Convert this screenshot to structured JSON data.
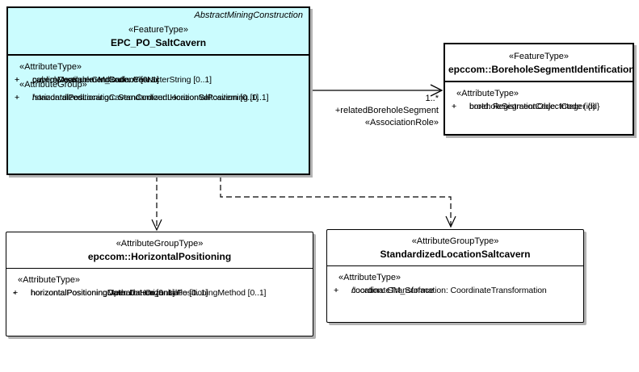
{
  "classes": {
    "salt_cavern": {
      "parent_label": "AbstractMiningConstruction",
      "stereotype": "«FeatureType»",
      "name": "EPC_PO_SaltCavern",
      "section1_heading": "«AttributeType»",
      "attrs1": [
        {
          "vis": "+",
          "text": "cavernMeasurementCode: CharacterString [0..1]"
        },
        {
          "vis": "+",
          "text": "publiclyAvailable: IndicationYesNo"
        },
        {
          "vis": "+",
          "text": "cavernContour: GM_Surface [0..1]"
        }
      ],
      "section2_heading": "«AttributeGroup»",
      "attrs2": [
        {
          "vis": "+",
          "text": "horizontalPositioningCavernContour: HorizontalPositioning [0..1]"
        },
        {
          "vis": "+",
          "text": "/standardizedLocation: StandardizedLocationSaltcavern [0..1]"
        }
      ]
    },
    "borehole_segment": {
      "stereotype": "«FeatureType»",
      "name": "epccom::BoreholeSegmentIdentification",
      "section_heading": "«AttributeType»",
      "attrs": [
        {
          "vis": "+",
          "text": "broId: RegistrationObjectCode {id}"
        },
        {
          "vis": "+",
          "text": "boreholeSegmentCode: Integer {id}"
        }
      ]
    },
    "horizontal_positioning": {
      "stereotype": "«AttributeGroupType»",
      "name": "epccom::HorizontalPositioning",
      "section_heading": "«AttributeType»",
      "attrs": [
        {
          "vis": "+",
          "text": "horizontalPositioningDate: Datum [0..1]"
        },
        {
          "vis": "+",
          "text": "horizontalPositioningMethod: HorizontalPositioningMethod [0..1]"
        },
        {
          "vis": "-",
          "text": "horizontalPositioningOperator: Organisatie [0..1]"
        }
      ]
    },
    "standardized_location": {
      "stereotype": "«AttributeGroupType»",
      "name": "StandardizedLocationSaltcavern",
      "section_heading": "«AttributeType»",
      "attrs": [
        {
          "vis": "+",
          "text": "/location: GM_Surface"
        },
        {
          "vis": "+",
          "text": "coordinateTransformation: CoordinateTransformation"
        }
      ]
    }
  },
  "association": {
    "multiplicity": "1..*",
    "role_name": "+relatedBoreholeSegment",
    "stereotype": "«AssociationRole»"
  },
  "colors": {
    "feature_fill": "#cbfcfe",
    "plain_fill": "#ffffff",
    "border": "#000000",
    "shadow": "#b3b3b3"
  }
}
